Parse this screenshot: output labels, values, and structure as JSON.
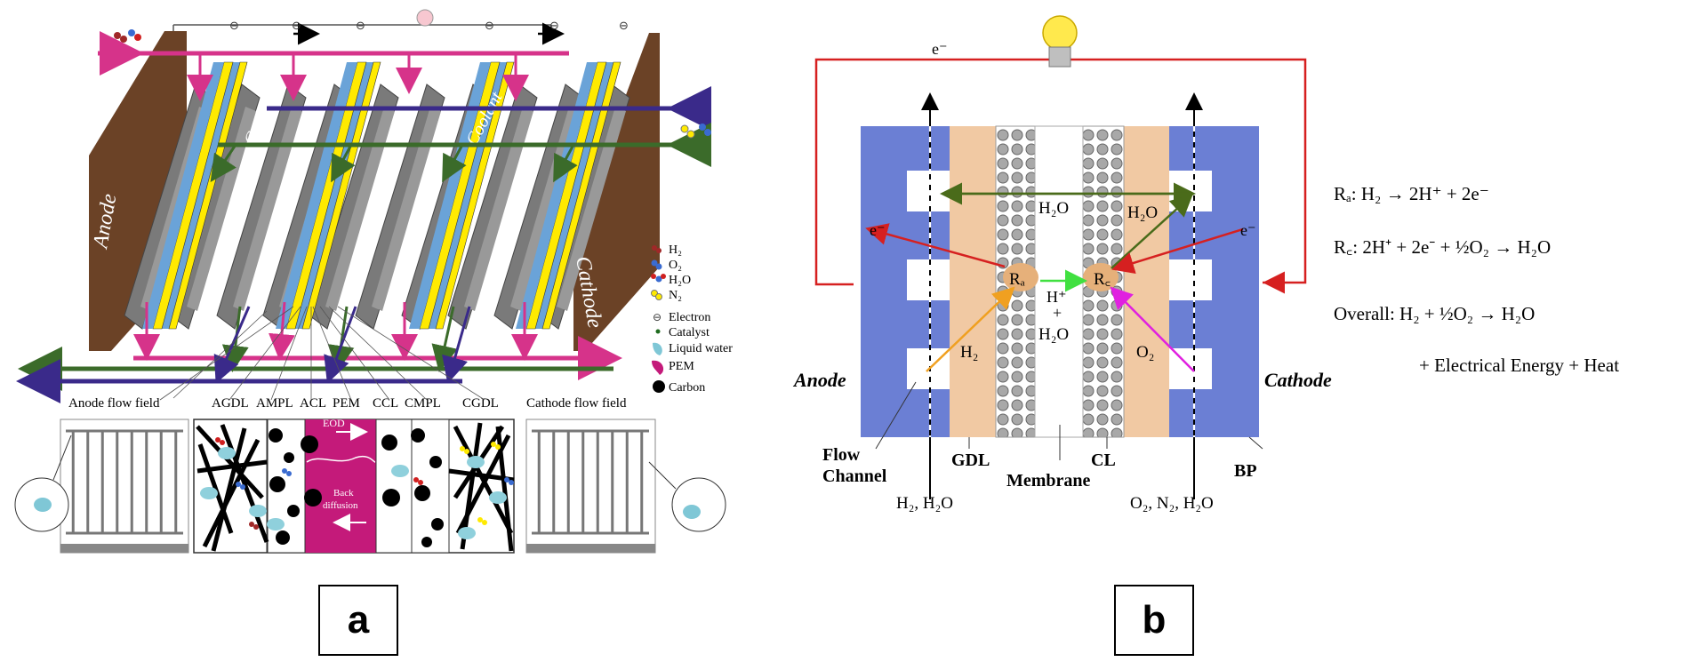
{
  "panel_a": {
    "panel_label": "a",
    "electron_symbol": "⊖",
    "side_labels": {
      "anode": "Anode",
      "cathode": "Cathode",
      "coolant": "Coolant"
    },
    "legend": [
      {
        "key": "h2",
        "label": "H₂"
      },
      {
        "key": "o2",
        "label": "O₂"
      },
      {
        "key": "h2o",
        "label": "H₂O"
      },
      {
        "key": "n2",
        "label": "N₂"
      },
      {
        "key": "electron",
        "label": "Electron"
      },
      {
        "key": "catalyst",
        "label": "Catalyst"
      },
      {
        "key": "liquid",
        "label": "Liquid water"
      },
      {
        "key": "pem",
        "label": "PEM"
      },
      {
        "key": "carbon",
        "label": "Carbon"
      }
    ],
    "bottom_labels": {
      "anode_ff": "Anode flow field",
      "cathode_ff": "Cathode flow field",
      "agdl": "AGDL",
      "ampl": "AMPL",
      "acl": "ACL",
      "pem": "PEM",
      "ccl": "CCL",
      "cmpl": "CMPL",
      "cgdl": "CGDL",
      "eod": "EOD",
      "back1": "Back",
      "back2": "diffusion"
    },
    "colors": {
      "anode_plate": "#6b4226",
      "gray": "#8a8a8a",
      "yellow": "#ffea00",
      "blue": "#6aa3d8",
      "pink": "#d6338a",
      "navy": "#3a2a8a",
      "green": "#3b6b2a",
      "magenta": "#c41a7a"
    }
  },
  "panel_b": {
    "panel_label": "b",
    "electron": "e⁻",
    "labels": {
      "anode": "Anode",
      "cathode": "Cathode",
      "flow1": "Flow",
      "flow2": "Channel",
      "gdl": "GDL",
      "membrane": "Membrane",
      "cl": "CL",
      "bp": "BP",
      "h2": "H₂",
      "o2": "O₂",
      "h2o_center": "H₂O",
      "h2o_cathode": "H₂O",
      "hplus": "H⁺",
      "plus": "+",
      "h2o_lower": "H₂O",
      "ra": "Rₐ",
      "rc": "R꜀",
      "in_anode": "H₂, H₂O",
      "in_cathode": "O₂, N₂, H₂O"
    },
    "equations": {
      "ra": "Rₐ: H₂ → 2H⁺ + 2e⁻",
      "rc": "R꜀: 2H⁺ + 2e⁻ + ½O₂ → H₂O",
      "overall": "Overall: H₂ + ½O₂ → H₂O",
      "overall2": "+ Electrical Energy + Heat"
    },
    "colors": {
      "bp": "#6b7fd4",
      "gdl": "#f1c9a3",
      "wire": "#d62020",
      "green": "#4a6b1a",
      "bulb": "#ffe94d"
    }
  }
}
